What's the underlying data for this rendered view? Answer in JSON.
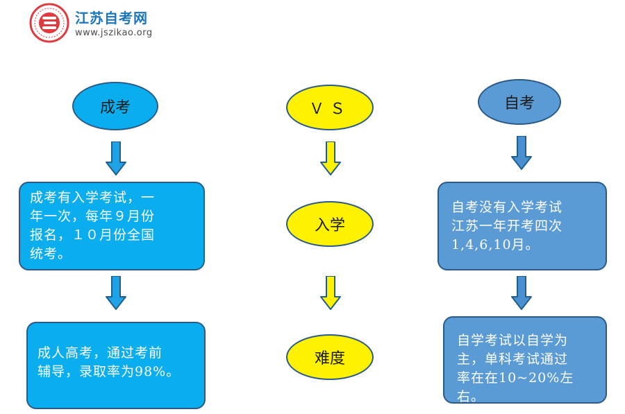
{
  "logo": {
    "title": "江苏自考网",
    "url": "www.jszikao.org",
    "icon": "logo-seal-icon"
  },
  "columns": [
    {
      "header": "成考",
      "boxes": [
        "成考有入学考试，一\n年一次，每年９月份\n报名，１０月份全国\n统考。",
        "成人高考，通过考前\n辅导，录取率为98%。"
      ]
    },
    {
      "header": "ＶＳ",
      "nodes": [
        "入学",
        "难度"
      ]
    },
    {
      "header": "自考",
      "boxes": [
        "自考没有入学考试\n江苏一年开考四次\n1,4,6,10月。",
        "自学考试以自学为\n主，单科考试通过\n率在在10~20%左右。"
      ]
    }
  ],
  "colors": {
    "cyan": "#0aaeef",
    "yellow": "#fff200",
    "steel": "#5b9bd5",
    "outline": "#2b5a87",
    "logo_red": "#e03a3e",
    "logo_blue": "#1b75bc"
  }
}
